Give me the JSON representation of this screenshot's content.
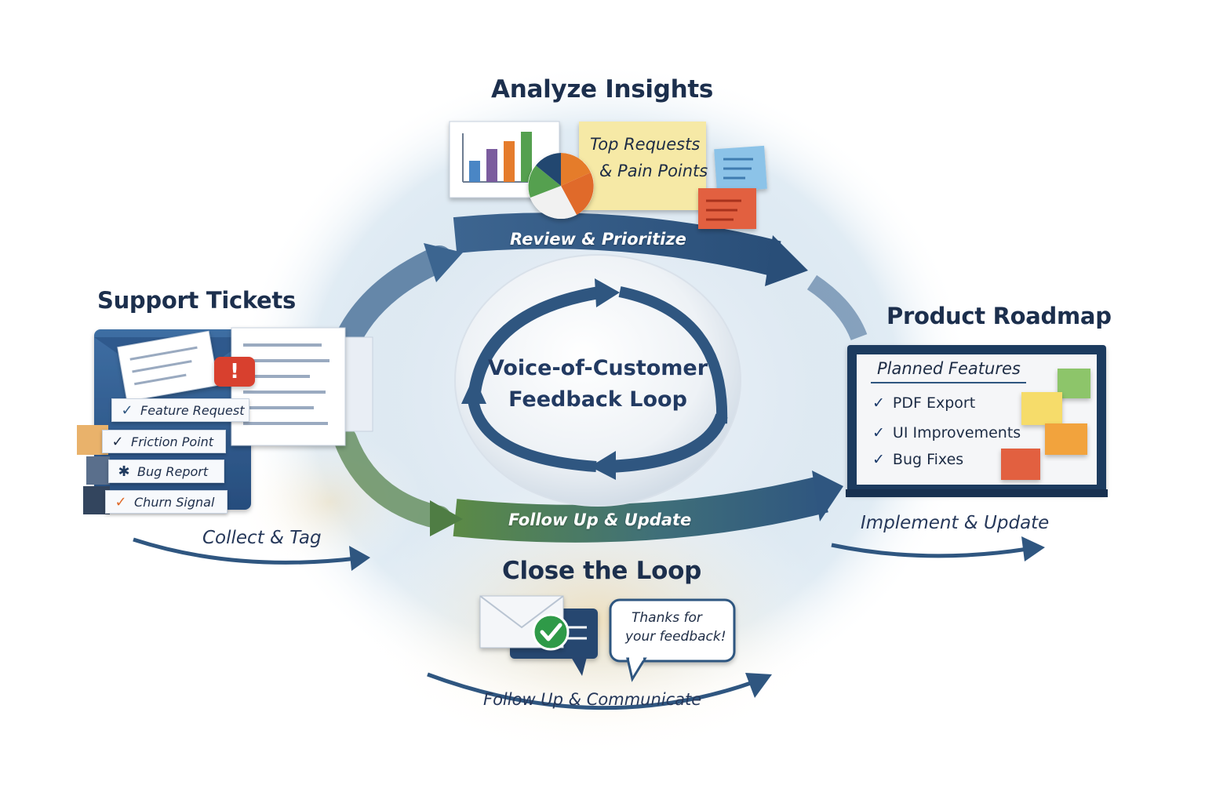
{
  "diagram": {
    "center": {
      "title_line1": "Voice-of-Customer",
      "title_line2": "Feedback Loop"
    },
    "stages": {
      "support_tickets": {
        "title": "Support Tickets",
        "tags": [
          {
            "label": "Feature Request",
            "icon": "check-icon"
          },
          {
            "label": "Friction Point",
            "icon": "check-icon"
          },
          {
            "label": "Bug Report",
            "icon": "bug-icon"
          },
          {
            "label": "Churn Signal",
            "icon": "check-icon"
          }
        ],
        "alert_symbol": "!",
        "action": "Collect & Tag"
      },
      "analyze_insights": {
        "title": "Analyze Insights",
        "note_line1": "Top Requests",
        "note_line2": "& Pain Points",
        "action": "Review & Prioritize"
      },
      "product_roadmap": {
        "title": "Product Roadmap",
        "board_heading": "Planned Features",
        "features": [
          "PDF Export",
          "UI Improvements",
          "Bug Fixes"
        ],
        "action": "Implement & Update"
      },
      "close_the_loop": {
        "title": "Close the Loop",
        "bubble_line1": "Thanks for",
        "bubble_line2": "your feedback!",
        "arrow_action": "Follow Up & Update",
        "action": "Follow Up & Communicate"
      }
    },
    "colors": {
      "navy": "#1c2f4d",
      "arrow_blue": "#2f5680",
      "arrow_green": "#4f7d44",
      "bar_blue": "#4a86c5",
      "bar_purple": "#7b5c9e",
      "bar_orange": "#e57c2c",
      "bar_green": "#55a04f",
      "note_yellow": "#f6e9a6",
      "note_blue": "#8cc3e8",
      "note_red": "#e2603f",
      "note_green": "#8dc56a",
      "note_orange": "#f2a33d",
      "alert_red": "#d8412f"
    }
  }
}
